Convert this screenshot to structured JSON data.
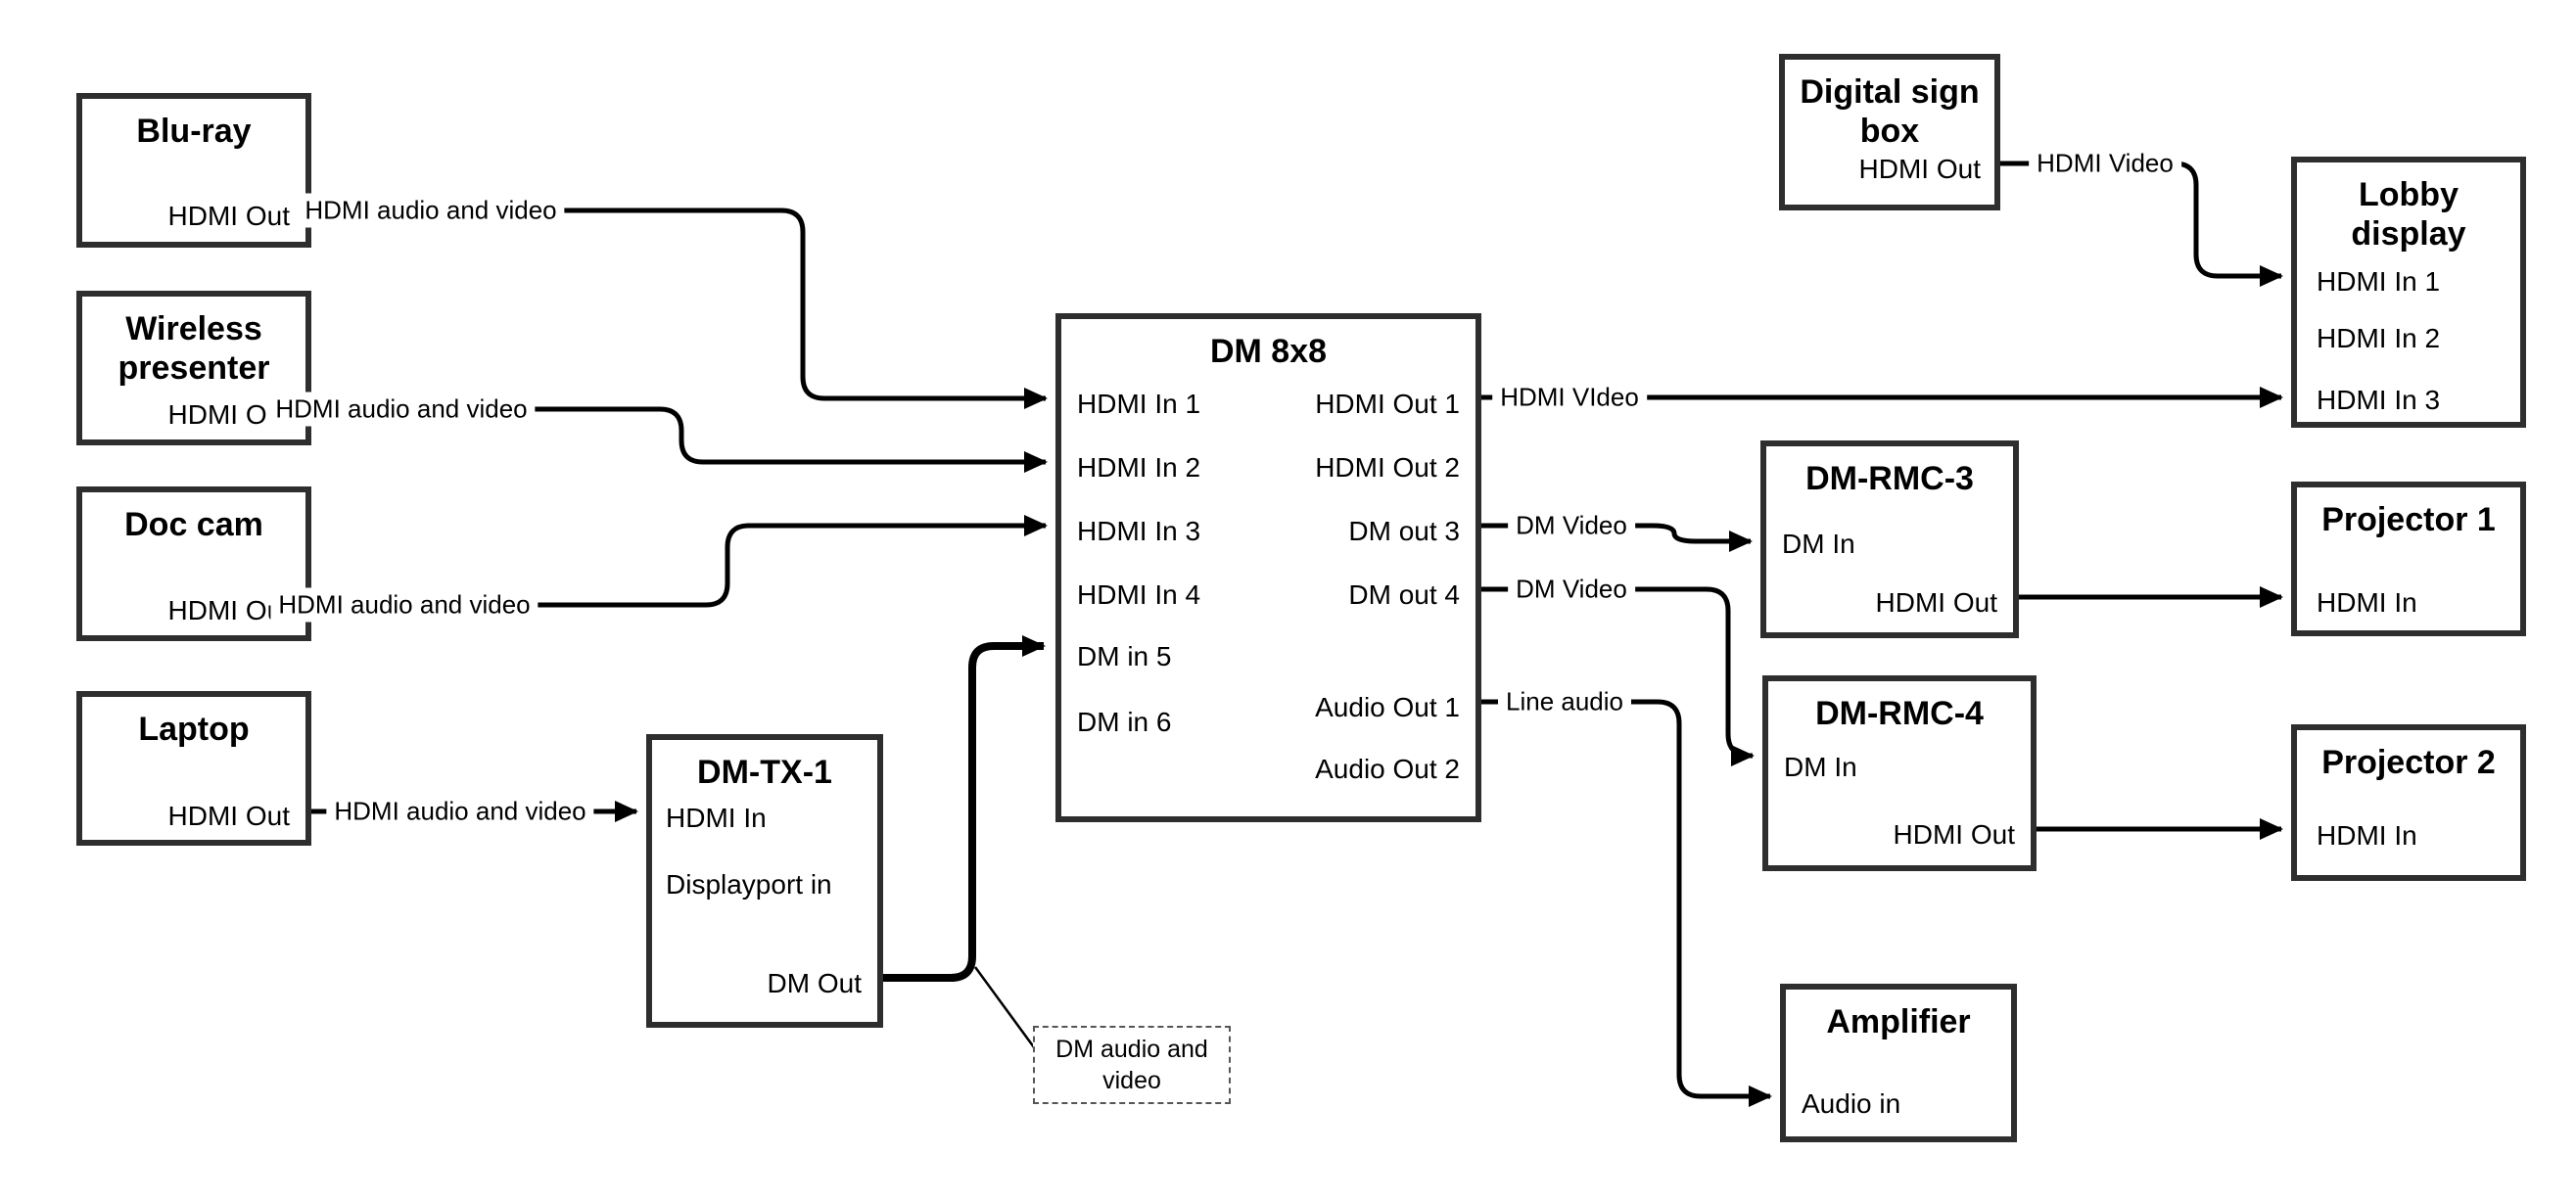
{
  "nodes": {
    "bluray": {
      "title": "Blu-ray",
      "ports": {
        "hdmi_out": "HDMI Out"
      }
    },
    "wireless": {
      "title": "Wireless presenter",
      "ports": {
        "hdmi_out": "HDMI Out"
      }
    },
    "doc_cam": {
      "title": "Doc cam",
      "ports": {
        "hdmi_out": "HDMI Out"
      }
    },
    "laptop": {
      "title": "Laptop",
      "ports": {
        "hdmi_out": "HDMI Out"
      }
    },
    "dm_tx_1": {
      "title": "DM-TX-1",
      "ports": {
        "hdmi_in": "HDMI In",
        "displayport_in": "Displayport in",
        "dm_out": "DM Out"
      }
    },
    "dm_8x8": {
      "title": "DM 8x8",
      "ports": {
        "hdmi_in_1": "HDMI In 1",
        "hdmi_in_2": "HDMI In 2",
        "hdmi_in_3": "HDMI In 3",
        "hdmi_in_4": "HDMI In 4",
        "dm_in_5": "DM in 5",
        "dm_in_6": "DM in 6",
        "hdmi_out_1": "HDMI Out 1",
        "hdmi_out_2": "HDMI Out 2",
        "dm_out_3": "DM out 3",
        "dm_out_4": "DM out 4",
        "audio_out_1": "Audio Out 1",
        "audio_out_2": "Audio Out 2"
      }
    },
    "digital_sign": {
      "title": "Digital sign box",
      "ports": {
        "hdmi_out": "HDMI Out"
      }
    },
    "lobby_display": {
      "title": "Lobby display",
      "ports": {
        "hdmi_in_1": "HDMI In 1",
        "hdmi_in_2": "HDMI In 2",
        "hdmi_in_3": "HDMI In 3"
      }
    },
    "dm_rmc_3": {
      "title": "DM-RMC-3",
      "ports": {
        "dm_in": "DM In",
        "hdmi_out": "HDMI Out"
      }
    },
    "projector_1": {
      "title": "Projector 1",
      "ports": {
        "hdmi_in": "HDMI In"
      }
    },
    "dm_rmc_4": {
      "title": "DM-RMC-4",
      "ports": {
        "dm_in": "DM In",
        "hdmi_out": "HDMI Out"
      }
    },
    "projector_2": {
      "title": "Projector 2",
      "ports": {
        "hdmi_in": "HDMI In"
      }
    },
    "amplifier": {
      "title": "Amplifier",
      "ports": {
        "audio_in": "Audio in"
      }
    }
  },
  "edges": {
    "bluray_to_dm8x8": {
      "label": "HDMI audio and video"
    },
    "wireless_to_dm8x8": {
      "label": "HDMI audio and video"
    },
    "doccam_to_dm8x8": {
      "label": "HDMI audio and video"
    },
    "laptop_to_dmtx1": {
      "label": "HDMI audio and video"
    },
    "hdmiout1_to_lobby": {
      "label": "HDMI VIdeo"
    },
    "dmout3_to_rmc3": {
      "label": "DM Video"
    },
    "dmout4_to_rmc4": {
      "label": "DM Video"
    },
    "audioout1_to_amp": {
      "label": "Line audio"
    },
    "digitalsign_to_lobby": {
      "label": "HDMI Video"
    }
  },
  "callout": {
    "text": "DM audio and video"
  },
  "colors": {
    "line": "#000000",
    "box_border": "#2e2e2e",
    "label_background": "#ffffff",
    "text": "#000000"
  }
}
